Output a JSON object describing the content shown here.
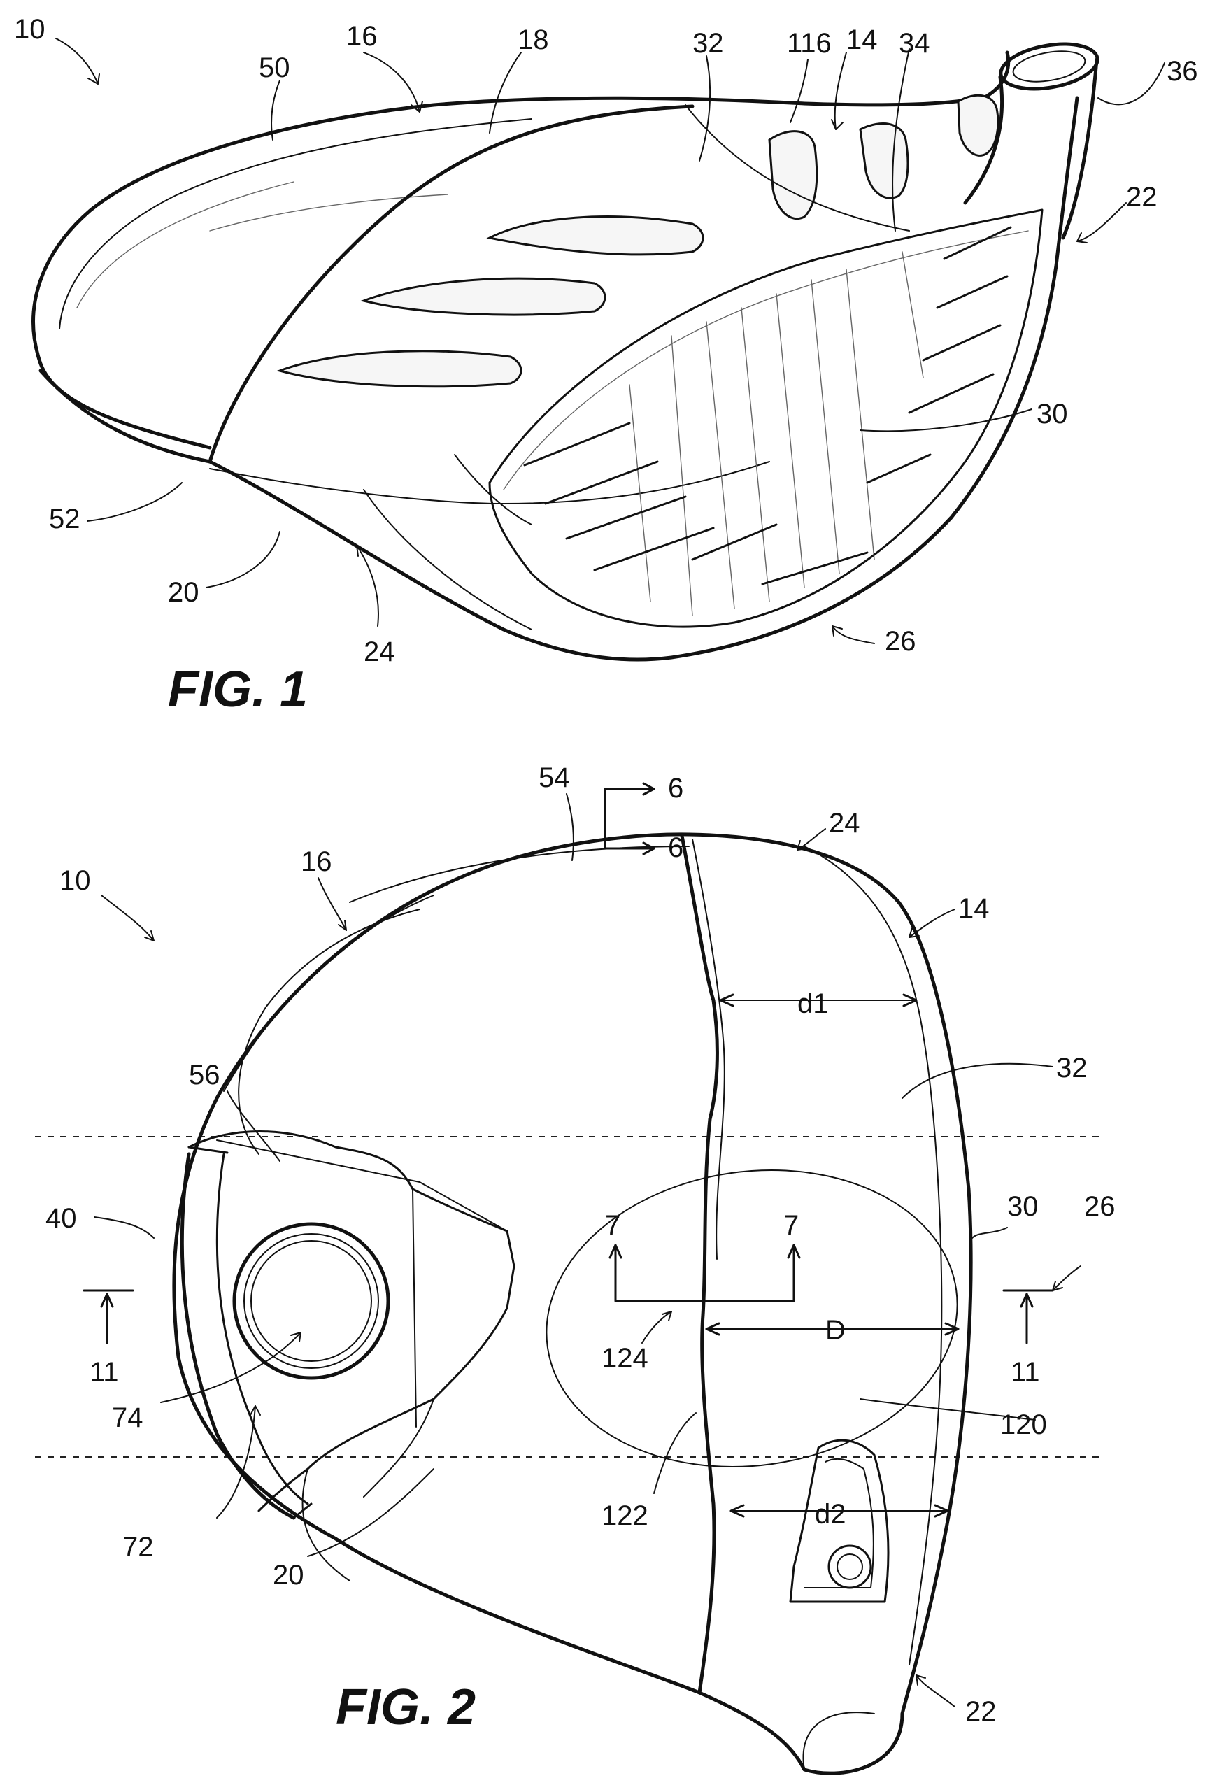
{
  "figures": [
    {
      "caption": "FIG. 1",
      "labels": [
        "10",
        "16",
        "18",
        "50",
        "32",
        "116",
        "14",
        "34",
        "36",
        "22",
        "30",
        "52",
        "20",
        "24",
        "26"
      ]
    },
    {
      "caption": "FIG. 2",
      "labels": [
        "54",
        "6",
        "6",
        "24",
        "10",
        "16",
        "14",
        "d1",
        "32",
        "56",
        "40",
        "30",
        "26",
        "7",
        "7",
        "11",
        "11",
        "D",
        "124",
        "74",
        "120",
        "72",
        "122",
        "d2",
        "20",
        "22"
      ]
    }
  ]
}
